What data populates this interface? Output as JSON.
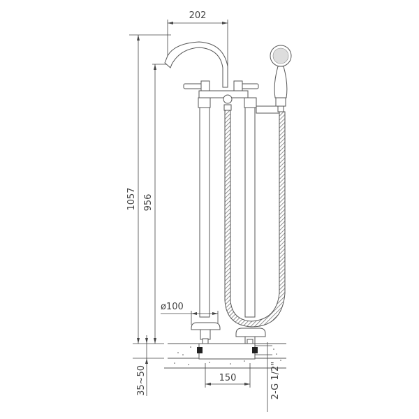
{
  "drawing": {
    "type": "technical-drawing",
    "subject": "freestanding bath mixer with hand shower",
    "line_color": "#555555",
    "background": "#ffffff"
  },
  "dimensions": {
    "spout_reach": "202",
    "total_height": "1057",
    "spout_height": "956",
    "pillar_diameter": "ø100",
    "inlet_spacing": "150",
    "floor_depth": "35~50",
    "connection": "2-G 1/2\""
  }
}
